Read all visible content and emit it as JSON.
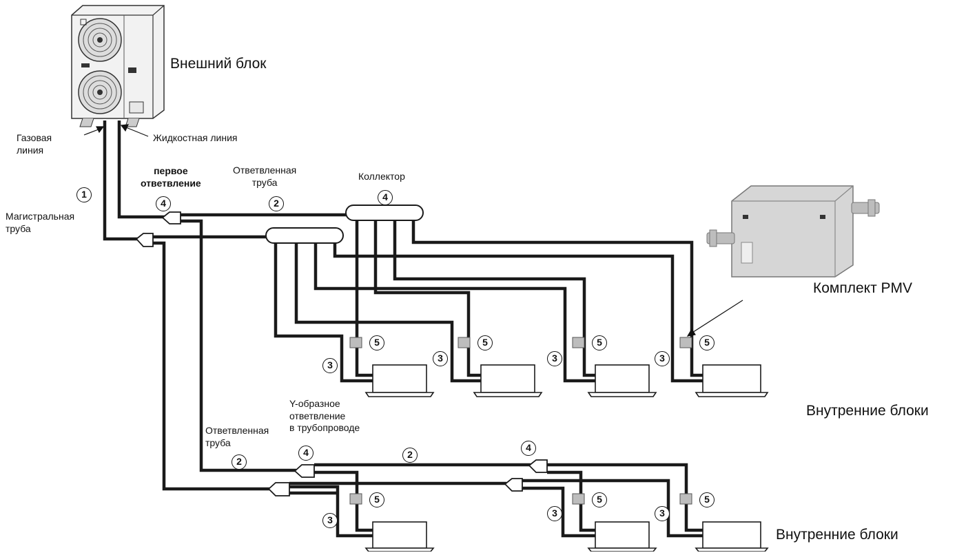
{
  "labels": {
    "outdoor_unit": "Внешний блок",
    "gas_line": "Газовая\nлиния",
    "liquid_line": "Жидкостная линия",
    "main_pipe": "Магистральная\nтруба",
    "first_branch": "первое\nответвление",
    "branch_pipe_top": "Ответвленная\nтруба",
    "header": "Коллектор",
    "pmv_kit": "Комплект PMV",
    "indoor_units_top": "Внутренние блоки",
    "y_branch": "Y-образное\nответвление\nв трубопроводе",
    "branch_pipe_bottom": "Ответвленная\nтруба",
    "indoor_units_bottom": "Внутренние блоки"
  },
  "markers": {
    "m1": "1",
    "m2": "2",
    "m3": "3",
    "m4": "4",
    "m5": "5"
  },
  "colors": {
    "pipe": "#1a1a1a",
    "pmv_valve": "#bdbdbd",
    "unit_fill": "#ffffff",
    "outdoor_body": "#f2f2f2"
  }
}
